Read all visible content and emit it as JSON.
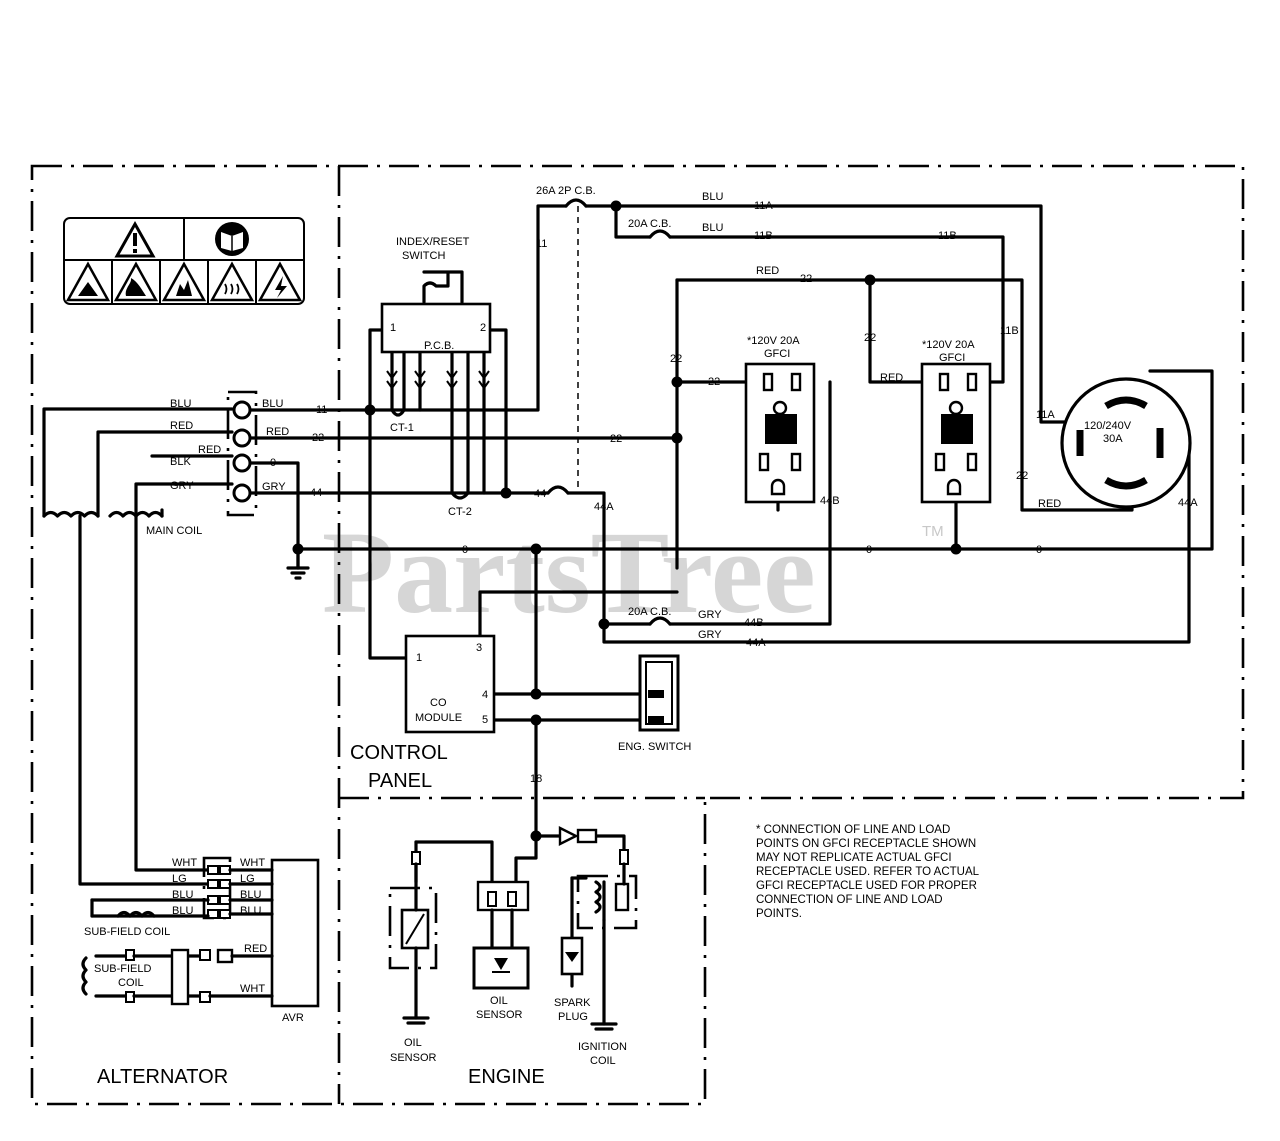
{
  "watermark": {
    "text": "PartsTree",
    "tm": "TM"
  },
  "sections": {
    "alternator": "ALTERNATOR",
    "control_panel": [
      "CONTROL",
      "PANEL"
    ],
    "engine": "ENGINE"
  },
  "components": {
    "index_reset_switch": [
      "INDEX/RESET",
      "SWITCH"
    ],
    "pcb": "P.C.B.",
    "pcb_pin1": "1",
    "pcb_pin2": "2",
    "ct1": "CT-1",
    "ct2": "CT-2",
    "breaker_26a": "26A 2P C.B.",
    "breaker_20a_top": "20A C.B.",
    "breaker_20a_bottom": "20A C.B.",
    "gfci_1": [
      "*120V 20A",
      "GFCI"
    ],
    "gfci_2": [
      "*120V 20A",
      "GFCI"
    ],
    "twist_lock": [
      "120/240V",
      "30A"
    ],
    "main_coil": "MAIN COIL",
    "co_module": [
      "CO",
      "MODULE"
    ],
    "co_pins": [
      "1",
      "3",
      "4",
      "5"
    ],
    "eng_switch": "ENG. SWITCH",
    "avr": "AVR",
    "sub_field_coil": "SUB-FIELD COIL",
    "sub_field_coil_2": [
      "SUB-FIELD",
      "COIL"
    ],
    "oil_sensor_1": [
      "OIL",
      "SENSOR"
    ],
    "oil_sensor_2": [
      "OIL",
      "SENSOR"
    ],
    "spark_plug": [
      "SPARK",
      "PLUG"
    ],
    "ignition_coil": [
      "IGNITION",
      "COIL"
    ]
  },
  "wires": {
    "blu": "BLU",
    "red": "RED",
    "blk": "BLK",
    "gry": "GRY",
    "wht": "WHT",
    "lg": "LG",
    "n11": "11",
    "n11a": "11A",
    "n11b": "11B",
    "n22": "22",
    "n44": "44",
    "n44a": "44A",
    "n44b": "44B",
    "n0": "0",
    "n18": "18"
  },
  "note": [
    "* CONNECTION OF LINE AND LOAD",
    "POINTS  ON GFCI  RECEPTACLE SHOWN",
    "MAY NOT REPLICATE ACTUAL GFCI",
    "RECEPTACLE USED.  REFER TO ACTUAL",
    "GFCI RECEPTACLE USED FOR PROPER",
    "CONNECTION OF LINE AND LOAD",
    "POINTS."
  ],
  "icons": [
    "warning-triangle-icon",
    "manual-book-icon",
    "electric-shock-hazard-icon",
    "fire-hazard-icon",
    "explosion-hazard-icon",
    "hot-surface-icon",
    "high-voltage-icon"
  ]
}
